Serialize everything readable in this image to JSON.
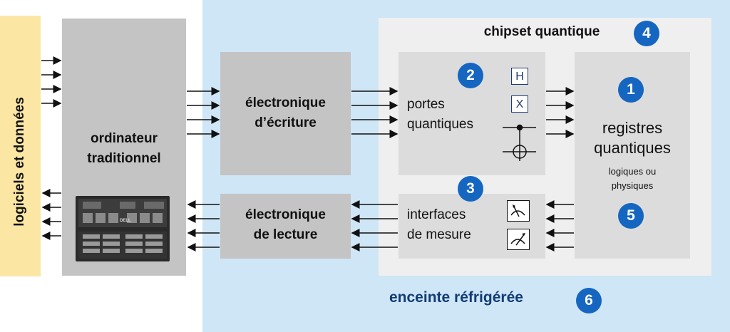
{
  "labels": {
    "software_data": "logiciels et données",
    "computer_line1": "ordinateur",
    "computer_line2": "traditionnel",
    "write_line1": "électronique",
    "write_line2": "d’écriture",
    "read_line1": "électronique",
    "read_line2": "de lecture",
    "chipset": "chipset quantique",
    "gates_line1": "portes",
    "gates_line2": "quantiques",
    "meas_line1": "interfaces",
    "meas_line2": "de mesure",
    "reg_line1": "registres",
    "reg_line2": "quantiques",
    "reg_sub1": "logiques ou",
    "reg_sub2": "physiques",
    "fridge": "enceinte réfrigérée",
    "server_brand": "DELL"
  },
  "badges": {
    "b1": "1",
    "b2": "2",
    "b3": "3",
    "b4": "4",
    "b5": "5",
    "b6": "6"
  },
  "gates": {
    "h": "H",
    "x": "X"
  },
  "colors": {
    "badge": "#1566c0",
    "fridge": "#cfe6f7",
    "software": "#fbe7a3",
    "dark_box": "#c4c4c4",
    "light_box": "#dcdcdc",
    "chipset": "#efefef"
  }
}
